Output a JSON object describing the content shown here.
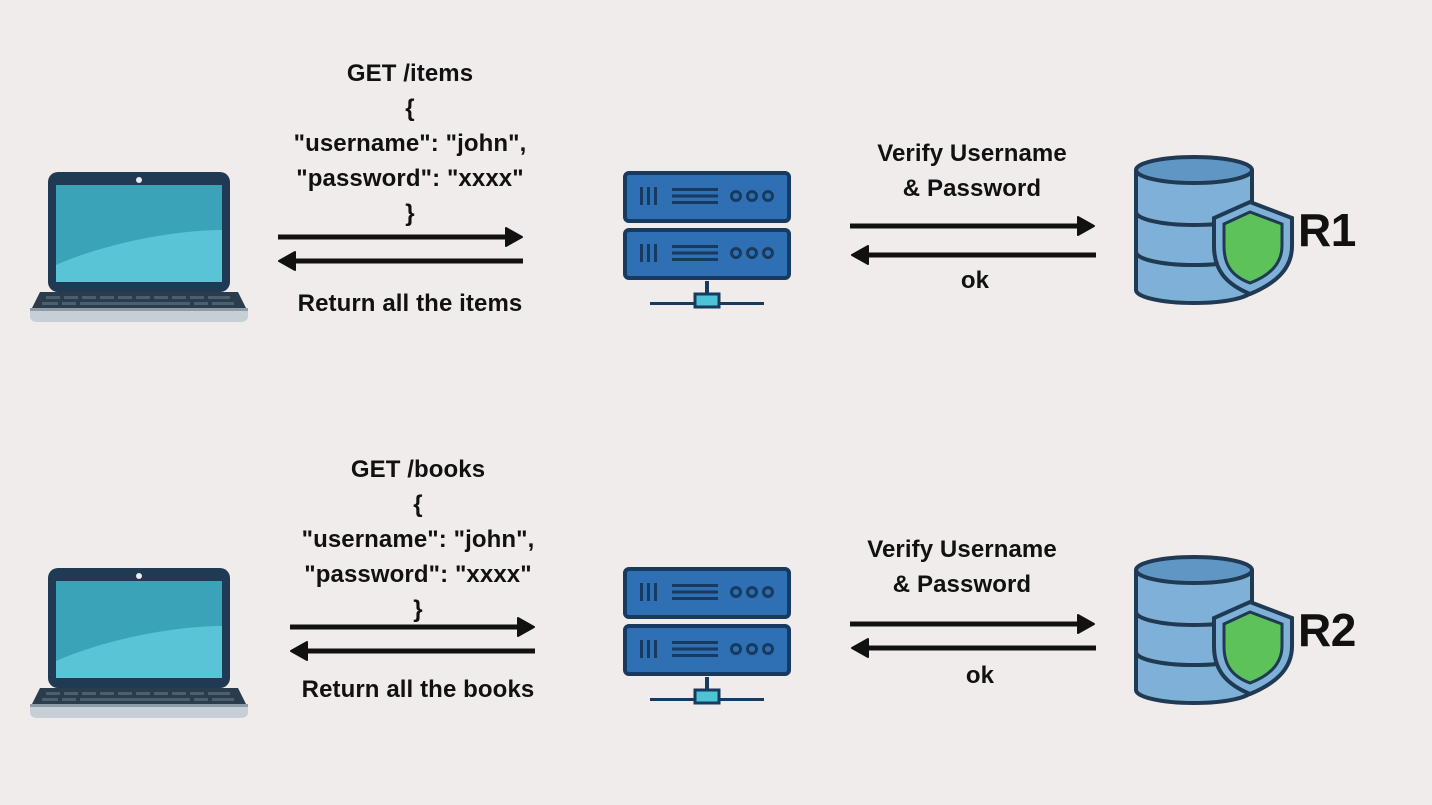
{
  "flows": [
    {
      "request": "GET /items\n{\n\"username\": \"john\",\n\"password\": \"xxxx\"\n}",
      "response": "Return all the items",
      "verify": "Verify Username\n& Password",
      "ok": "ok",
      "db_label": "R1"
    },
    {
      "request": "GET /books\n{\n\"username\": \"john\",\n\"password\": \"xxxx\"\n}",
      "response": "Return all the books",
      "verify": "Verify Username\n& Password",
      "ok": "ok",
      "db_label": "R2"
    }
  ],
  "icons": {
    "client": "laptop-icon",
    "server": "server-icon",
    "database": "database-icon",
    "shield": "shield-icon"
  },
  "colors": {
    "background": "#efeceb",
    "server_blue": "#2f6fb4",
    "server_dark": "#173a5e",
    "db_blue": "#7fb0d8",
    "screen_teal": "#4fc3d6",
    "shield_green": "#5ec25b"
  }
}
